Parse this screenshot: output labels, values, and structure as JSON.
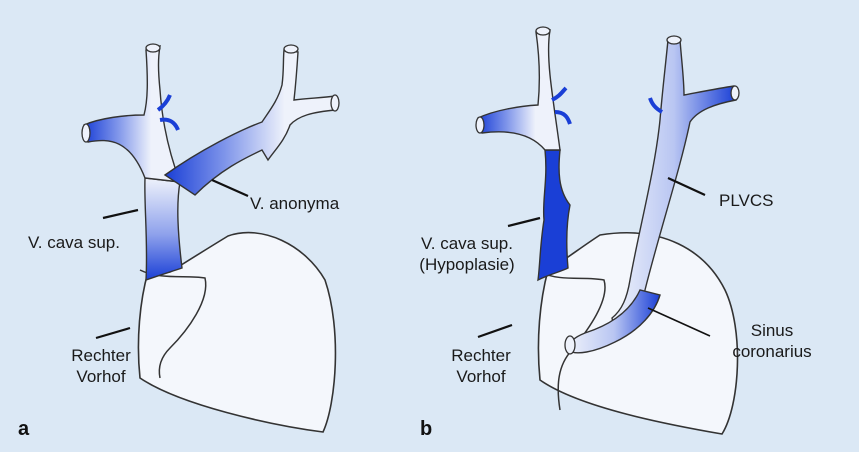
{
  "panel_a": {
    "letter": "a",
    "labels": {
      "v_anonyma": "V. anonyma",
      "v_cava_sup": "V. cava sup.",
      "rechter_vorhof_1": "Rechter",
      "rechter_vorhof_2": "Vorhof"
    }
  },
  "panel_b": {
    "letter": "b",
    "labels": {
      "plvcs": "PLVCS",
      "v_cava_sup": "V. cava sup.",
      "hypoplasie": "(Hypoplasie)",
      "sinus_1": "Sinus",
      "sinus_2": "coronarius",
      "rechter_vorhof_1": "Rechter",
      "rechter_vorhof_2": "Vorhof"
    }
  },
  "colors": {
    "background": "#dbe8f5",
    "vessel_light": "#eef2fb",
    "vessel_blue": "#1a3fd6",
    "outline": "#333333"
  }
}
